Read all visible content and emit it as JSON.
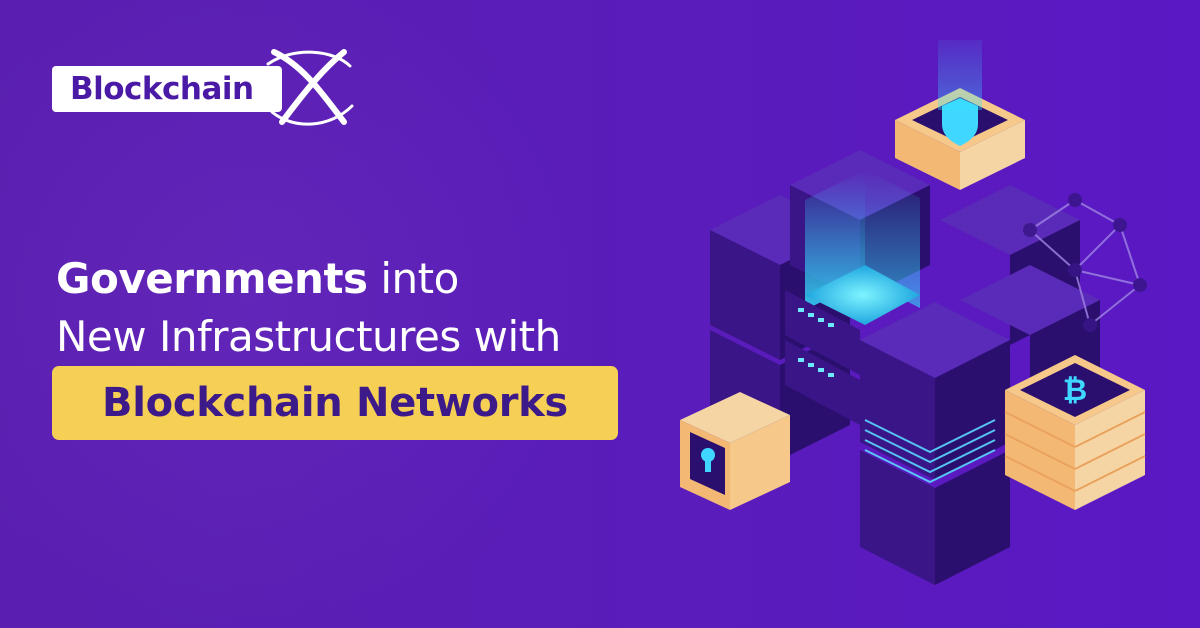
{
  "logo": {
    "text": "Blockchain",
    "mark": "x-swoosh-icon",
    "text_color": "#4a1aa6",
    "box_color": "#ffffff"
  },
  "headline": {
    "line1_bold": "Governments",
    "line1_rest": " into",
    "line2": "New Infrastructures with",
    "highlight": "Blockchain Networks"
  },
  "colors": {
    "background": "#5a1db8",
    "highlight": "#f6cf55",
    "highlight_text": "#3d1a8a",
    "cube_top": "#5a2bb8",
    "cube_left": "#3a1588",
    "cube_right": "#2b0f6e",
    "glow": "#34e0ff",
    "accent_cube": "#f6c98a"
  },
  "illustration": {
    "icons": [
      "shield-icon",
      "bitcoin-icon",
      "keyhole-icon",
      "network-graph-icon",
      "server-rack-icon"
    ]
  }
}
